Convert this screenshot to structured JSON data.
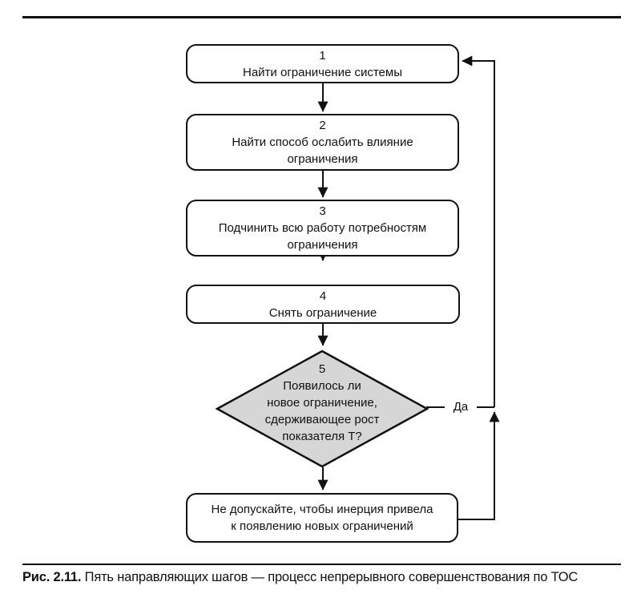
{
  "colors": {
    "ink": "#111111",
    "box_fill": "#ffffff",
    "decision_fill": "#d6d6d6"
  },
  "flowchart": {
    "steps": [
      {
        "number": "1",
        "lines": [
          "Найти ограничение системы"
        ]
      },
      {
        "number": "2",
        "lines": [
          "Найти способ ослабить влияние",
          "ограничения"
        ]
      },
      {
        "number": "3",
        "lines": [
          "Подчинить всю работу потребностям",
          "ограничения"
        ]
      },
      {
        "number": "4",
        "lines": [
          "Снять ограничение"
        ]
      },
      {
        "number": "5",
        "lines": [
          "Появилось ли",
          "новое ограничение,",
          "сдерживающее рост",
          "показателя Т?"
        ]
      },
      {
        "number": "",
        "lines": [
          "Не допускайте, чтобы инерция привела",
          "к появлению новых ограничений"
        ]
      }
    ],
    "yes_label": "Да"
  },
  "caption": {
    "label": "Рис. 2.11.",
    "text": " Пять направляющих шагов — процесс непрерывного совершенствования по ТОС"
  }
}
